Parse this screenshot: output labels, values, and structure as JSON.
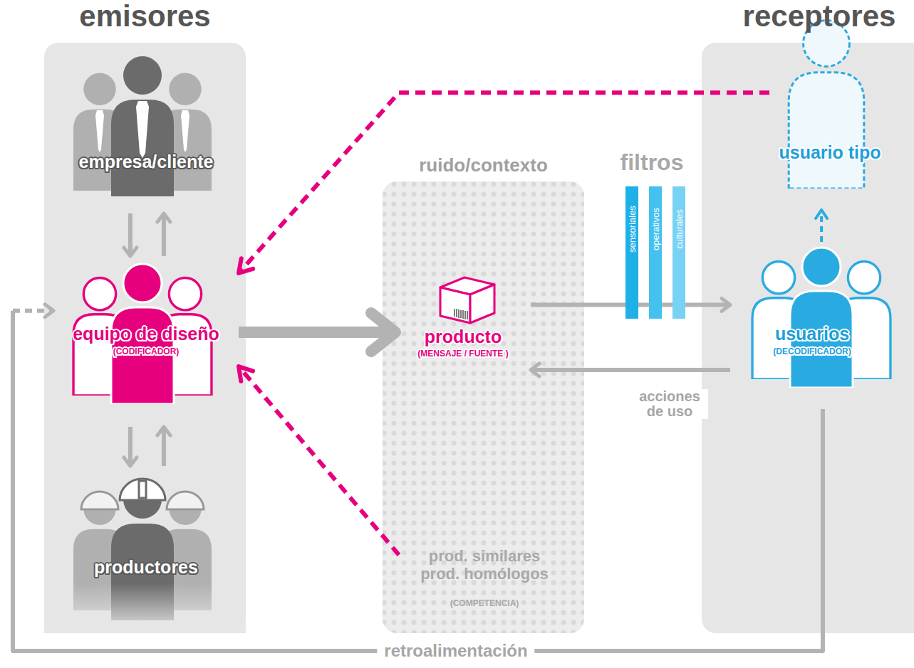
{
  "diagram": {
    "nodes": [
      {
        "text": [
          "emisores"
        ]
      },
      {
        "text": [
          "empresa/cliente"
        ],
        "in": 0
      },
      {
        "text": [
          "equipo de diseño",
          "(CODIFICADOR)"
        ],
        "in": 0
      },
      {
        "text": [
          "productores"
        ],
        "in": 0
      },
      {
        "text": [
          "ruido/contexto"
        ]
      },
      {
        "text": [
          "producto",
          "(MENSAJE / FUENTE )"
        ],
        "in": 4
      },
      {
        "text": [
          "prod. similares prod. homólogos",
          "(COMPETENCIA)"
        ],
        "in": 4
      },
      {
        "text": [
          "sensoriales"
        ]
      },
      {
        "text": [
          "operativos"
        ]
      },
      {
        "text": [
          "culturales"
        ]
      },
      {
        "text": [
          "receptores"
        ]
      },
      {
        "text": [
          "usuario tipo"
        ],
        "in": 10
      },
      {
        "text": [
          "usuarios",
          "(DECODIFICADOR)"
        ],
        "in": 10
      }
    ],
    "edges": [
      {
        "from": 1,
        "to": 2,
        "arrow": "to"
      },
      {
        "from": 2,
        "to": 1,
        "arrow": "to"
      },
      {
        "from": 2,
        "to": 3,
        "arrow": "to"
      },
      {
        "from": 3,
        "to": 2,
        "arrow": "to"
      },
      {
        "from": 2,
        "to": 5,
        "arrow": "to"
      },
      {
        "from": 5,
        "to": 12,
        "arrow": "to"
      },
      {
        "from": 12,
        "to": 5,
        "label": "acciones de uso",
        "arrow": "to"
      },
      {
        "from": 12,
        "to": 11,
        "arrow": "to"
      },
      {
        "from": 11,
        "to": 2,
        "arrow": "to"
      },
      {
        "from": 6,
        "to": 2,
        "arrow": "to"
      },
      {
        "from": 12,
        "to": 2,
        "label": "retroalimentación",
        "arrow": "to"
      }
    ],
    "labels": [
      "filtros"
    ]
  }
}
